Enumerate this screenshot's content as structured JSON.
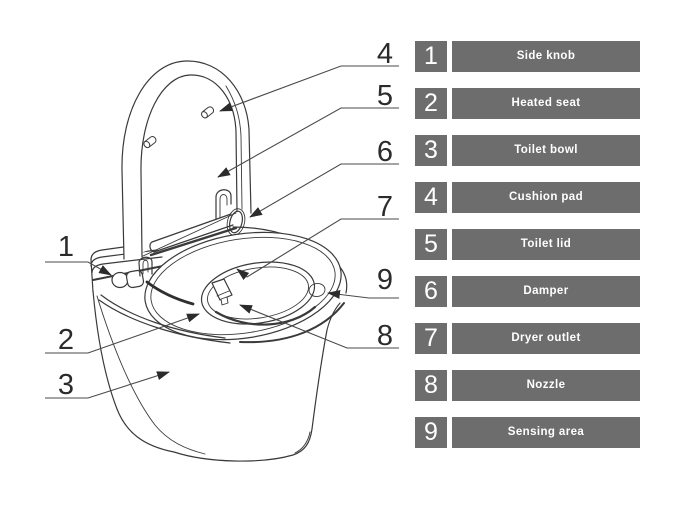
{
  "figure": {
    "callout_numbers": [
      "1",
      "2",
      "3",
      "4",
      "5",
      "6",
      "7",
      "8",
      "9"
    ]
  },
  "legend": {
    "items": [
      {
        "num": "1",
        "label": "Side knob"
      },
      {
        "num": "2",
        "label": "Heated seat"
      },
      {
        "num": "3",
        "label": "Toilet bowl"
      },
      {
        "num": "4",
        "label": "Cushion pad"
      },
      {
        "num": "5",
        "label": "Toilet lid"
      },
      {
        "num": "6",
        "label": "Damper"
      },
      {
        "num": "7",
        "label": "Dryer outlet"
      },
      {
        "num": "8",
        "label": "Nozzle"
      },
      {
        "num": "9",
        "label": "Sensing area"
      }
    ]
  },
  "colors": {
    "legend_box": "#6d6d6d",
    "legend_text": "#ffffff",
    "drawing_line": "#3a3a3a",
    "callout_number": "#2b2b2b"
  }
}
